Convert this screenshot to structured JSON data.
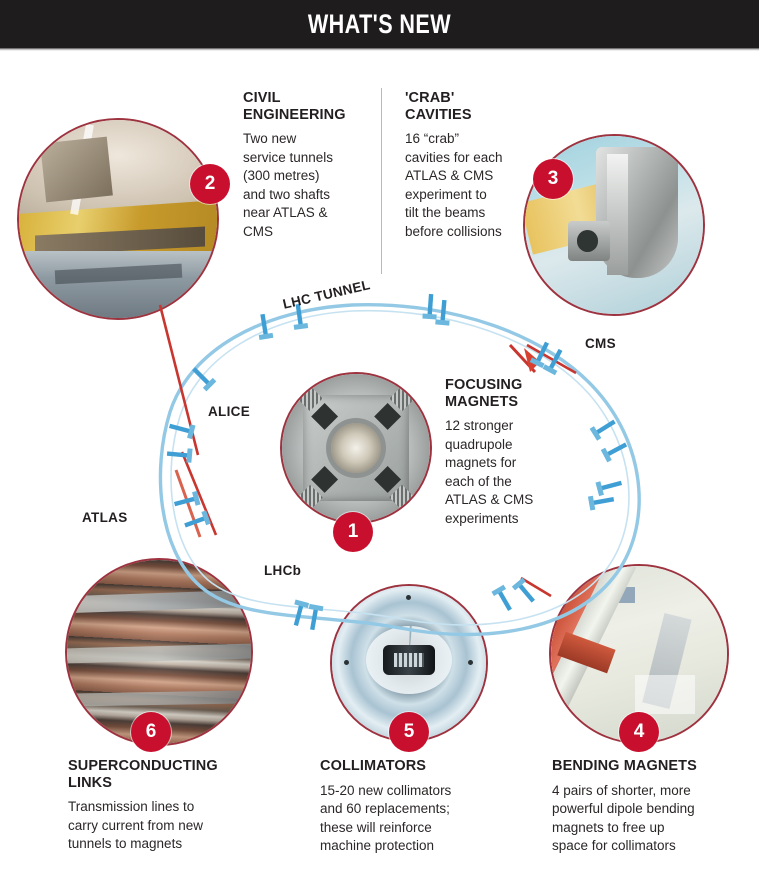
{
  "header": {
    "title": "WHAT'S NEW"
  },
  "callouts": [
    {
      "id": 1,
      "number": "1",
      "title": "FOCUSING\nMAGNETS",
      "body": "12 stronger\nquadrupole\nmagnets for\neach of the\nATLAS & CMS\nexperiments",
      "photo_caption": "quadrupole-magnet-cross-section"
    },
    {
      "id": 2,
      "number": "2",
      "title": "CIVIL\nENGINEERING",
      "body": "Two new\nservice tunnels\n(300 metres)\nand two shafts\nnear ATLAS &\nCMS",
      "photo_caption": "tunnel-excavation-machinery"
    },
    {
      "id": 3,
      "number": "3",
      "title": "'CRAB'\nCAVITIES",
      "body": "16 “crab”\ncavities for each\nATLAS & CMS\nexperiment to\ntilt the beams\nbefore collisions",
      "photo_caption": "crab-cavity-metal-component"
    },
    {
      "id": 4,
      "number": "4",
      "title": "BENDING MAGNETS",
      "body": "4 pairs of shorter, more\npowerful dipole bending\nmagnets to free up\nspace for collimators",
      "photo_caption": "red-dipole-magnet-tubes"
    },
    {
      "id": 5,
      "number": "5",
      "title": "COLLIMATORS",
      "body": "15-20 new collimators\nand 60 replacements;\nthese will reinforce\nmachine protection",
      "photo_caption": "collimator-concentric-rings"
    },
    {
      "id": 6,
      "number": "6",
      "title": "SUPERCONDUCTING\nLINKS",
      "body": "Transmission lines to\ncarry current from new\ntunnels to magnets",
      "photo_caption": "superconducting-cable-bundle"
    }
  ],
  "ring": {
    "labels": {
      "lhc_tunnel": "LHC TUNNEL",
      "alice": "ALICE",
      "atlas": "ATLAS",
      "lhcb": "LHCb",
      "cms": "CMS"
    }
  },
  "colors": {
    "header_background": "#1e1c1c",
    "header_text": "#ffffff",
    "badge_red": "#c8102e",
    "photo_ring": "#9e3340",
    "tunnel_blue": "#8fc6e3",
    "marker_blue": "#3f9fd4",
    "leader_red": "#c8362f",
    "body_text": "#231f20",
    "page_background": "#ffffff"
  }
}
